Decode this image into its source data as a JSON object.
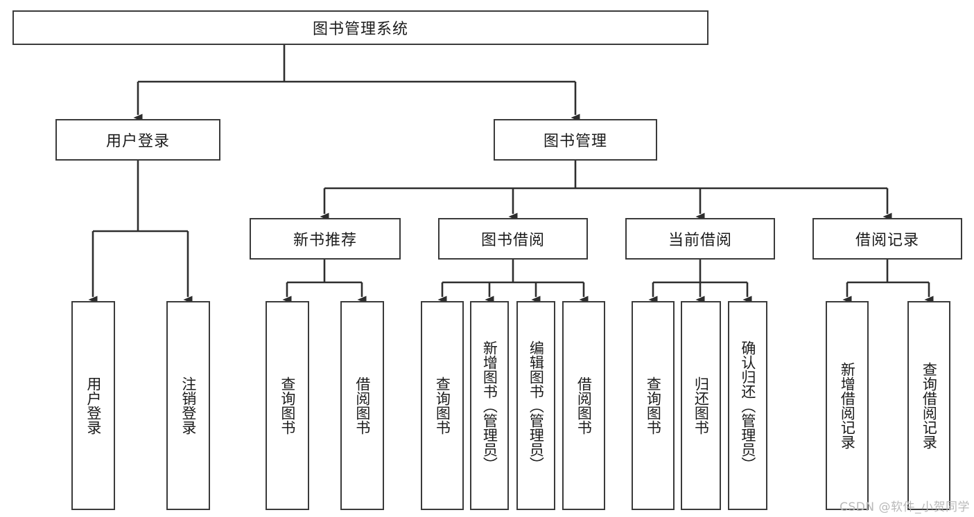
{
  "diagram": {
    "title": "图书管理系统",
    "type": "tree-hierarchy-chart",
    "root": {
      "id": "root",
      "label": "图书管理系统"
    },
    "level2": [
      {
        "id": "user-login",
        "label": "用户登录"
      },
      {
        "id": "book-manage",
        "label": "图书管理"
      }
    ],
    "level3": [
      {
        "id": "new-book-recommend",
        "label": "新书推荐"
      },
      {
        "id": "book-borrow",
        "label": "图书借阅"
      },
      {
        "id": "current-borrow",
        "label": "当前借阅"
      },
      {
        "id": "borrow-record",
        "label": "借阅记录"
      }
    ],
    "leaves": [
      {
        "id": "leaf-user-login",
        "label": "用户登录",
        "parent": "user-login"
      },
      {
        "id": "leaf-logout",
        "label": "注销登录",
        "parent": "user-login"
      },
      {
        "id": "leaf-query-book-1",
        "label": "查询图书",
        "parent": "new-book-recommend"
      },
      {
        "id": "leaf-borrow-book-1",
        "label": "借阅图书",
        "parent": "new-book-recommend"
      },
      {
        "id": "leaf-query-book-2",
        "label": "查询图书",
        "parent": "book-borrow"
      },
      {
        "id": "leaf-add-book",
        "label": "新增图书（管理员）",
        "parent": "book-borrow"
      },
      {
        "id": "leaf-edit-book",
        "label": "编辑图书（管理员）",
        "parent": "book-borrow"
      },
      {
        "id": "leaf-borrow-book-2",
        "label": "借阅图书",
        "parent": "book-borrow"
      },
      {
        "id": "leaf-query-book-3",
        "label": "查询图书",
        "parent": "current-borrow"
      },
      {
        "id": "leaf-return-book",
        "label": "归还图书",
        "parent": "current-borrow"
      },
      {
        "id": "leaf-confirm-return",
        "label": "确认归还（管理员）",
        "parent": "current-borrow"
      },
      {
        "id": "leaf-add-record",
        "label": "新增借阅记录",
        "parent": "borrow-record"
      },
      {
        "id": "leaf-query-record",
        "label": "查询借阅记录",
        "parent": "borrow-record"
      }
    ]
  },
  "watermark": {
    "text": "CSDN @软件_小贺同学"
  },
  "colors": {
    "border": "#3a3a3a",
    "background": "#ffffff",
    "text": "#1b1b1b",
    "watermark": "#b9b9b9"
  }
}
